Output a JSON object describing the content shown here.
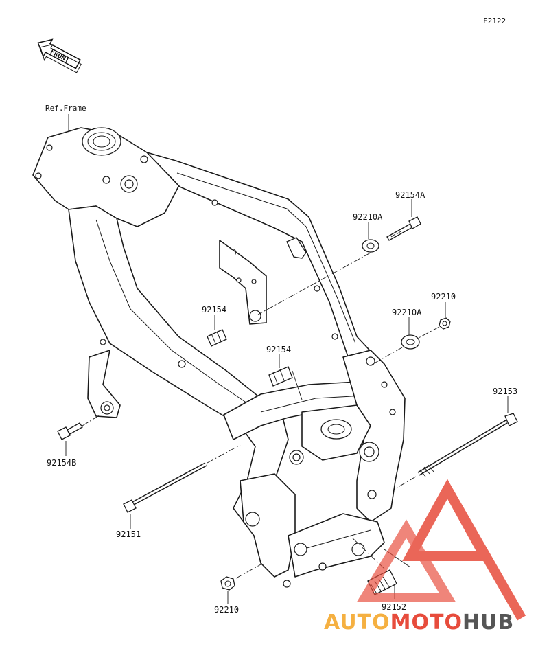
{
  "diagram_code": "F2122",
  "front_label": "FRONT",
  "ref_label": "Ref.Frame",
  "watermark": {
    "part1": "AUTO",
    "part2": "MOTO",
    "part3": "HUB",
    "color1": "#f5b041",
    "color2": "#e74c3c",
    "color3": "#555555"
  },
  "parts": [
    {
      "id": "92154A",
      "label": "92154A"
    },
    {
      "id": "92210A_top",
      "label": "92210A"
    },
    {
      "id": "92154_upper",
      "label": "92154"
    },
    {
      "id": "92210",
      "label": "92210"
    },
    {
      "id": "92210A_mid",
      "label": "92210A"
    },
    {
      "id": "92154_mid",
      "label": "92154"
    },
    {
      "id": "92153",
      "label": "92153"
    },
    {
      "id": "92154B",
      "label": "92154B"
    },
    {
      "id": "92151",
      "label": "92151"
    },
    {
      "id": "92210_bottom",
      "label": "92210"
    },
    {
      "id": "92152",
      "label": "92152"
    }
  ]
}
